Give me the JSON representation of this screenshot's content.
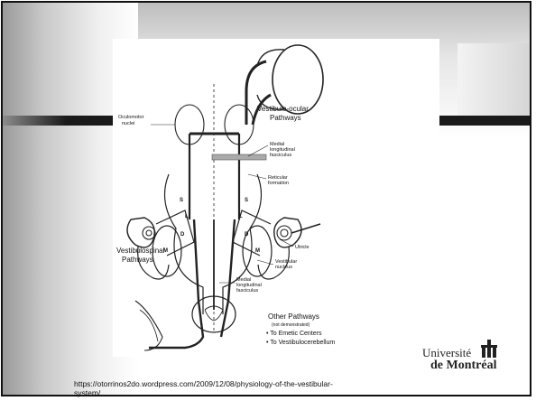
{
  "figure": {
    "labels": {
      "oculomotor": [
        "Oculomotor",
        "nuclei"
      ],
      "vestibulo_ocular": [
        "Vestibulo-ocular",
        "Pathways"
      ],
      "mlf_top": [
        "Medial",
        "longitudinal",
        "fasciculus"
      ],
      "reticular": [
        "Reticular",
        "formation"
      ],
      "utricle": "Utricle",
      "vestibulospinal": [
        "Vestibulospinal",
        "Pathways"
      ],
      "vestibular_nucleus": [
        "Vestibular",
        "nucleus"
      ],
      "mlf_bottom": [
        "Medial",
        "longitudinal",
        "fasciculus"
      ],
      "other_pathways": "Other Pathways",
      "not_demonstrated": "(not demonstrated)",
      "emetic": "• To Emetic Centers",
      "vestibulocerebellum": "• To Vestibulocerebellum",
      "nucleus_letters": [
        "S",
        "L",
        "M",
        "D",
        "M",
        "L",
        "D",
        "S"
      ]
    }
  },
  "source_url": "https://otorrinos2do.wordpress.com/2009/12/08/physiology-of-the-vestibular-system/",
  "logo": {
    "line1": "Université",
    "line2": "de Montréal",
    "icon": "university-tower-icon"
  }
}
